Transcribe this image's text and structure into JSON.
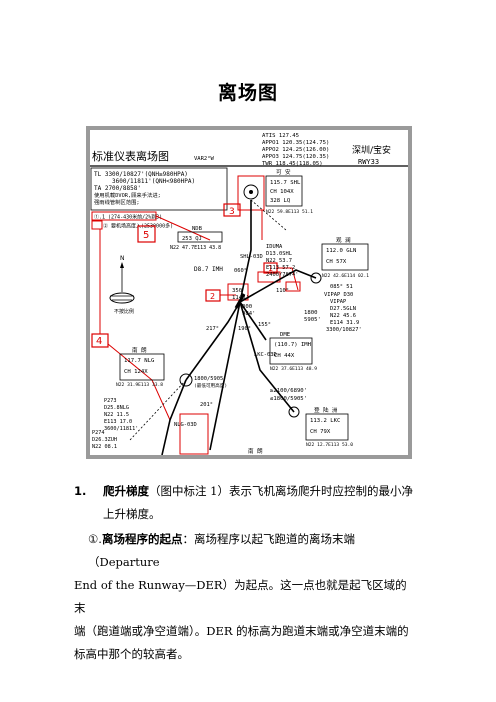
{
  "doc": {
    "title": "离场图",
    "item1": {
      "number": "1.",
      "term": "爬升梯度",
      "paren": "（图中标注 1）",
      "text": "表示飞机离场爬升时应控制的最小净",
      "text2": "上升梯度。"
    },
    "item2": {
      "marker": "①.",
      "term": "离场程序的起点",
      "text": "：离场程序以起飞跑道的离场末端（Departure",
      "line2": "End of the Runway—DER）为起点。这一点也就是起飞区域的末",
      "line3": "端（跑道端或净空道端）。DER 的标高为跑道末端或净空道末端的",
      "line4": "标高中那个的较高者。"
    }
  },
  "chart": {
    "header_title": "标准仪表离场图",
    "var": "VAR2°W",
    "atis": "ATIS 127.45",
    "app1": "APPO1 120.35(124.75)",
    "app2": "APPO2 124.25(126.00)",
    "app3": "APPO3 124.75(120.35)",
    "twr": "TWR 118.45(118.05)",
    "city": "深圳/宝安",
    "rwy": "RWY33",
    "tl_line1": "TL 3300/10827'(QNH≥980HPA)",
    "tl_line2": "3600/11811'(QNH<980HPA)",
    "ta": "TA 2700/8858'",
    "note1": "使用机载DVOR,顾来手法进;",
    "note2": "强雨线管制区范围;",
    "box1_text": "①.1 (274-430米前/2%到3)",
    "box2_text": "② 要机场高度入(2530000多)",
    "callout1": "1",
    "callout2": "2",
    "callout3": "3",
    "callout4": "4",
    "callout5": "5",
    "north": "N",
    "logo_caption": "不按比例",
    "ndb_name": "NDB",
    "ndb_freq": "253 QJ",
    "ndb_coord": "N22 47.7E113 43.8",
    "d87": "D8.7 IMH",
    "idu": "IDUMA",
    "idu2": "D13.0SHL",
    "idu3": "N22 53.7",
    "idu4": "E113 57.2",
    "idu5": "2400/7874'",
    "top_vor1": "可 安",
    "top_vor2": "115.7 SHL",
    "top_vor3": "CH 104X",
    "top_vor4": "328 LQ",
    "top_vor5": "N22 59.8E113 51.1",
    "right_vor1": "观 澜",
    "right_vor2": "112.0 GLN",
    "right_vor3": "CH 57X",
    "right_vor4": "N22 42.6E114 02.1",
    "vipap": "085° 51",
    "vipap2": "VIPAP D30",
    "vipap3": "VIPAP",
    "vipap4": "D27.5GLN",
    "vipap5": "N22 45.6",
    "vipap6": "E114 31.9",
    "vipap7": "3300/10827'",
    "alt300": "300",
    "alt984": "984'",
    "d350": "350",
    "d1148": "1148'",
    "alt1800a": "1800",
    "alt5905a": "5905'",
    "dme1": "DME",
    "dme2": "(110.7) IMH",
    "dme3": "CH 44X",
    "dme4": "N22 37.6E113 48.9",
    "left_vor1": "南 朗",
    "left_vor2": "117.7 NLG",
    "left_vor3": "CH 124X",
    "left_vor4": "N22 31.9E113 33.8",
    "hold1": "1800/5905'",
    "hold2": "(最低可用高度)",
    "p273_1": "P273",
    "p273_2": "D25.8NLG",
    "p273_3": "N22 11.5",
    "p273_4": "E113 17.0",
    "p273_5": "3600/11811'",
    "p274_1": "P274",
    "p274_2": "D26.3ZUH",
    "p274_3": "N22 08.1",
    "bottom_vor1": "登 陆 洲",
    "bottom_vor2": "113.2 LKC",
    "bottom_vor3": "CH 79X",
    "bottom_vor4": "N22 12.7E113 53.0",
    "alt2100": "≥2100/6890'",
    "alt1800b": "≤1800/5905'",
    "rad1": "060°",
    "rad2": "110°",
    "rad3": "190°",
    "rad4": "217°",
    "rad5": "155°",
    "rad6": "201°",
    "route1": "SHL-03D",
    "route2": "NLG-03D",
    "route3": "LKC-03D",
    "bottom_label": "南 朗"
  }
}
